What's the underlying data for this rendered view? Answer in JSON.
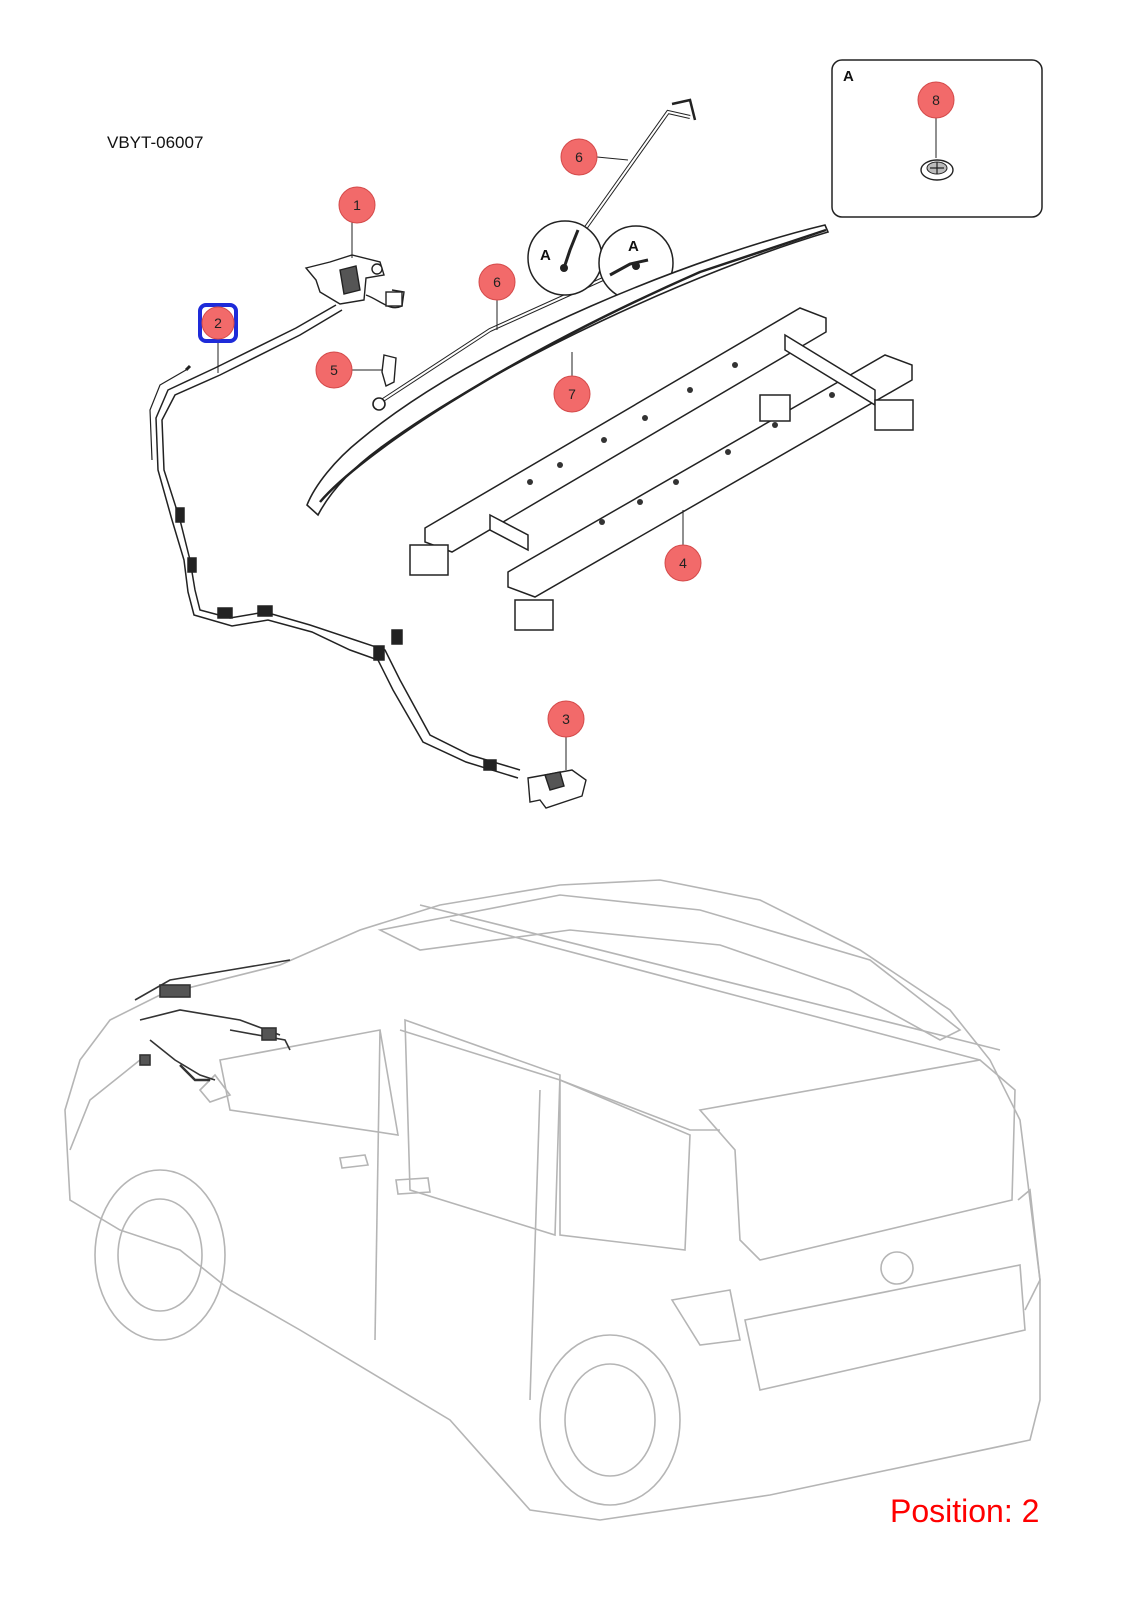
{
  "diagram": {
    "doc_code": "VBYT-06007",
    "position_label": "Position: 2",
    "detail_view_letter": "A",
    "highlighted_callout": "2",
    "callouts": [
      "1",
      "2",
      "3",
      "4",
      "5",
      "6",
      "6",
      "7",
      "8"
    ],
    "colors": {
      "callout_fill": "#f26a6a",
      "callout_stroke": "#d44a4a",
      "highlight": "#1e2bd9",
      "position_text": "#ff0000",
      "line_art": "#222222",
      "ghost_vehicle": "#b5b5b5"
    }
  }
}
